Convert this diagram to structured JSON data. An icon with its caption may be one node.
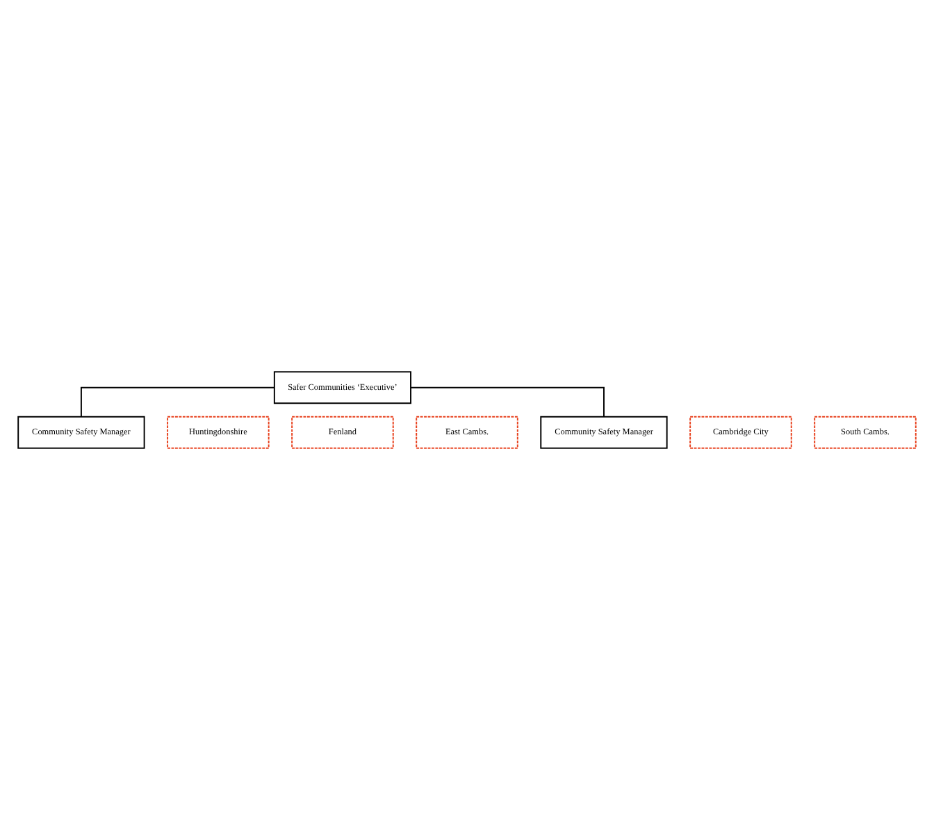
{
  "diagram": {
    "nodes": [
      {
        "text": [
          "Safer Communities ‘Executive’"
        ]
      },
      {
        "text": [
          "Community Safety Manager"
        ]
      },
      {
        "text": [
          "Community Safety Manager"
        ]
      },
      {
        "text": [
          "Huntingdonshire"
        ]
      },
      {
        "text": [
          "Fenland"
        ]
      },
      {
        "text": [
          "East Cambs."
        ]
      },
      {
        "text": [
          "Cambridge City"
        ]
      },
      {
        "text": [
          "South Cambs."
        ]
      }
    ],
    "edges": [
      {
        "from": 0,
        "to": 1,
        "arrow": "none"
      },
      {
        "from": 0,
        "to": 2,
        "arrow": "none"
      }
    ]
  }
}
